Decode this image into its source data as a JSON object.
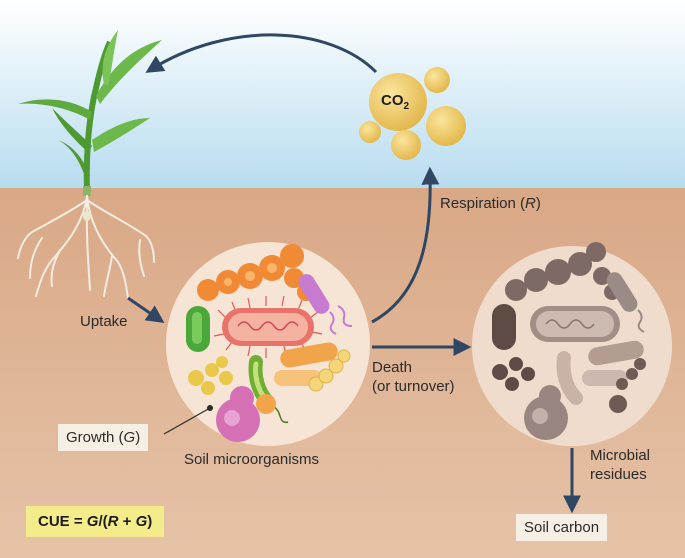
{
  "labels": {
    "co2_main": "CO",
    "co2_sub": "2",
    "respiration_text": "Respiration (",
    "respiration_var": "R",
    "respiration_close": ")",
    "uptake": "Uptake",
    "death_line1": "Death",
    "death_line2": "(or turnover)",
    "growth_text": "Growth (",
    "growth_var": "G",
    "growth_close": ")",
    "soil_microorganisms": "Soil microorganisms",
    "microbial_line1": "Microbial",
    "microbial_line2": "residues",
    "soil_carbon": "Soil carbon"
  },
  "formula": {
    "lhs": "CUE = ",
    "g1": "G",
    "mid1": "/(",
    "r": "R",
    "plus": " + ",
    "g2": "G",
    "end": ")"
  },
  "colors": {
    "sky_top": "#ffffff",
    "sky_bottom": "#b7dcef",
    "soil_top": "#d9a886",
    "soil_bottom": "#e6c3a8",
    "arrow": "#2f4763",
    "co2_bubble": "#f1cc5e",
    "plant_green": "#5faa3e",
    "label_box": "#f6efe4",
    "cue_box": "#f4ec8a"
  },
  "icons": [
    "plant-icon",
    "co2-bubbles-icon",
    "live-microbes-icon",
    "dead-microbes-icon"
  ]
}
